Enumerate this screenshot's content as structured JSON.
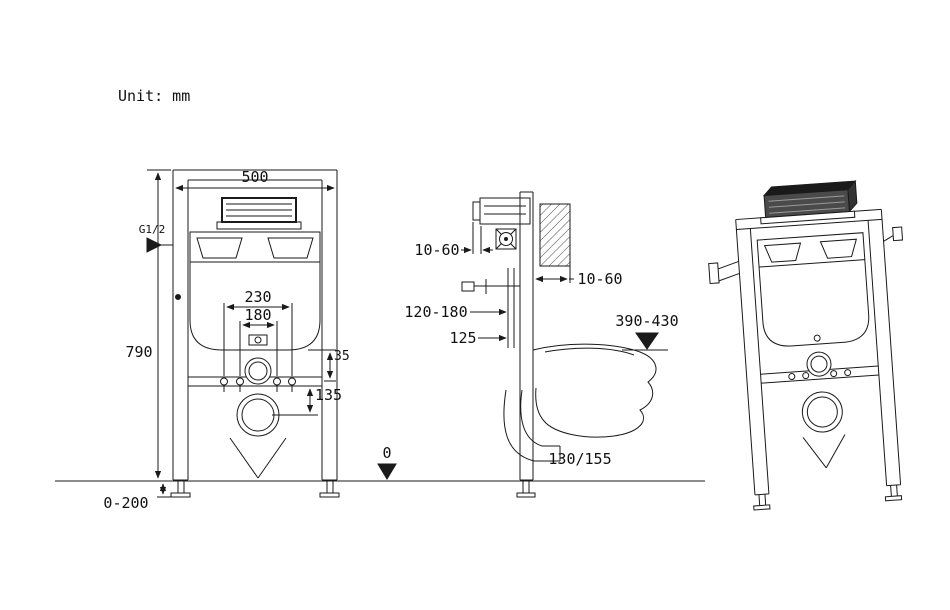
{
  "unit_label": "Unit: mm",
  "front_view": {
    "frame_width": "500",
    "water_inlet": "G1/2",
    "frame_height": "790",
    "fixing_spacing_wide": "230",
    "fixing_spacing_narrow": "180",
    "offset_small": "35",
    "outlet_offset": "135",
    "leg_adjustment": "0-200"
  },
  "side_view": {
    "plate_depth_range": "10-60",
    "wall_distance_range": "10-60",
    "inlet_depth_range": "120-180",
    "depth_125": "125",
    "rim_height_range": "390-430",
    "floor_datum": "0",
    "outlet_height": "130/155"
  },
  "colors": {
    "line": "#1a1a1a",
    "fill_dark": "#1a1a1a",
    "fill_mid": "#444444"
  }
}
